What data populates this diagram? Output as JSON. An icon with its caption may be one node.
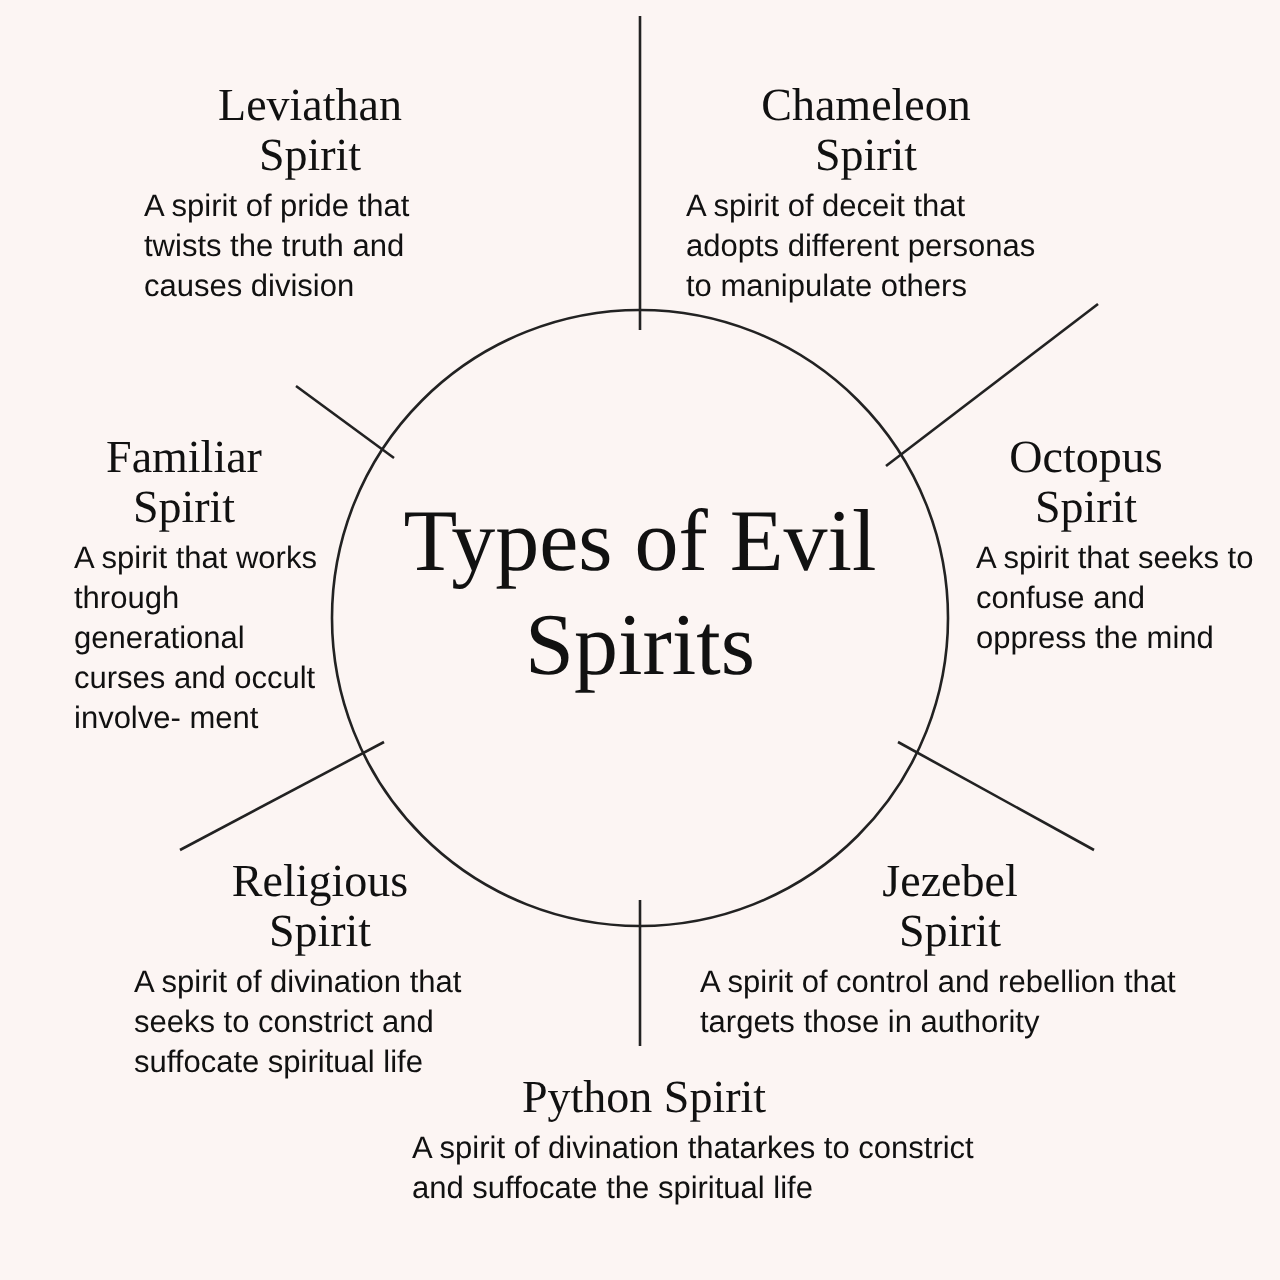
{
  "diagram": {
    "title": "Types of Evil Spirits",
    "nodes": [
      {
        "text": [
          "Leviathan Spirit",
          "A spirit of pride that twists the truth and causes division"
        ]
      },
      {
        "text": [
          "Chameleon Spirit",
          "A spirit of deceit that adopts different personas to manipulate others"
        ]
      },
      {
        "text": [
          "Familiar Spirit",
          "A spirit that works through generational curses and occult involve- ment"
        ]
      },
      {
        "text": [
          "Octopus Spirit",
          "A spirit that seeks to confuse and oppress the mind"
        ]
      },
      {
        "text": [
          "Religious Spirit",
          "A spirit of divination that seeks to constrict and suffocate spiritual life"
        ]
      },
      {
        "text": [
          "Jezebel Spirit",
          "A spirit of control and rebellion that targets those in authority"
        ]
      },
      {
        "text": [
          "Python Spirit",
          "A spirit of divination thatarkes to constrict and suffocate the spiritual life"
        ]
      }
    ]
  }
}
